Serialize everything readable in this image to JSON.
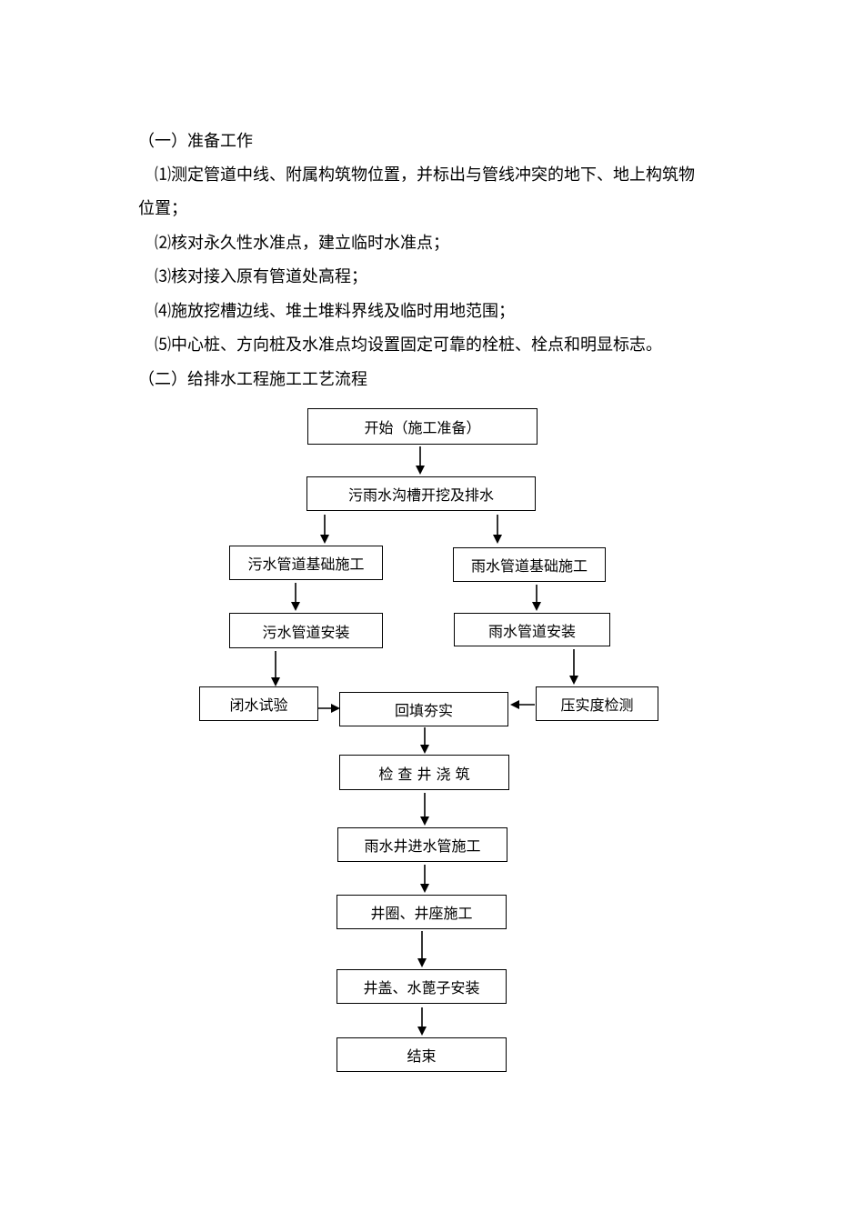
{
  "section1": {
    "heading": "（一）准备工作",
    "items": [
      "⑴测定管道中线、附属构筑物位置，并标出与管线冲突的地下、地上构筑物",
      "位置；",
      "⑵核对永久性水准点，建立临时水准点；",
      "⑶核对接入原有管道处高程；",
      "⑷施放挖槽边线、堆土堆料界线及临时用地范围；",
      "⑸中心桩、方向桩及水准点均设置固定可靠的栓桩、栓点和明显标志。"
    ]
  },
  "section2": {
    "heading": "（二）给排水工程施工工艺流程"
  },
  "flowchart": {
    "start": "开始（施工准备）",
    "excavation": "污雨水沟槽开挖及排水",
    "sewage_foundation": "污水管道基础施工",
    "rain_foundation": "雨水管道基础施工",
    "sewage_install": "污水管道安装",
    "rain_install": "雨水管道安装",
    "closed_water_test": "闭水试验",
    "compaction_test": "压实度检测",
    "backfill": "回填夯实",
    "inspection_well": "检 查 井 浇 筑",
    "inlet_pipe": "雨水井进水管施工",
    "well_ring": "井圈、井座施工",
    "well_cover": "井盖、水蓖子安装",
    "end": "结束"
  }
}
